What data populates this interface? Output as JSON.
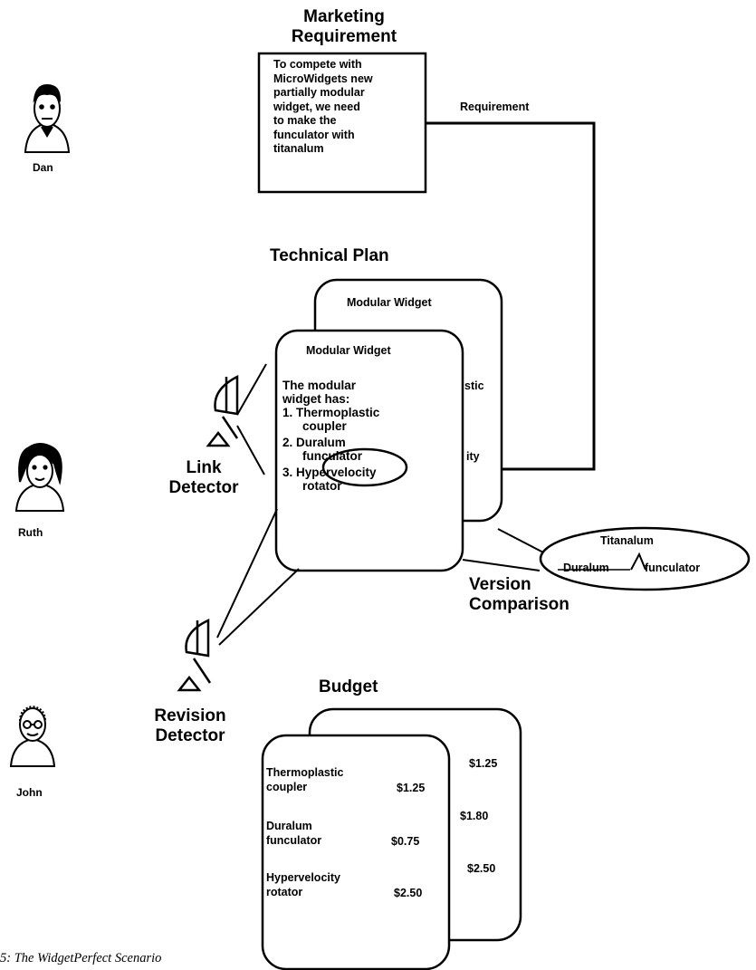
{
  "marketing": {
    "heading_line1": "Marketing",
    "heading_line2": "Requirement",
    "text_lines": [
      "To compete with",
      "MicroWidgets new",
      "partially modular",
      "widget, we need",
      "to make the",
      "funculator with",
      "titanalum"
    ]
  },
  "requirement_link_label": "Requirement",
  "technical_plan": {
    "heading": "Technical Plan",
    "back_card_title": "Modular Widget",
    "back_card_fragments": [
      "stic",
      "ity"
    ],
    "front_card_title": "Modular Widget",
    "front_card_lines": [
      "The modular",
      "widget has:",
      "1. Thermoplastic",
      "coupler",
      "2. Duralum",
      "funculator",
      "3. Hypervelocity",
      "rotator"
    ]
  },
  "link_detector": {
    "line1": "Link",
    "line2": "Detector"
  },
  "revision_detector": {
    "line1": "Revision",
    "line2": "Detector"
  },
  "version_comparison": {
    "line1": "Version",
    "line2": "Comparison",
    "new_word": "Titanalum",
    "old_word": "Duralum",
    "suffix": "funculator"
  },
  "budget": {
    "heading": "Budget",
    "back_prices": [
      "$1.25",
      "$1.80",
      "$2.50"
    ],
    "items": [
      {
        "line1": "Thermoplastic",
        "line2": "coupler",
        "price": "$1.25"
      },
      {
        "line1": "Duralum",
        "line2": "funculator",
        "price": "$0.75"
      },
      {
        "line1": "Hypervelocity",
        "line2": "rotator",
        "price": "$2.50"
      }
    ]
  },
  "people": {
    "dan": "Dan",
    "ruth": "Ruth",
    "john": "John"
  },
  "caption": "5: The WidgetPerfect Scenario"
}
